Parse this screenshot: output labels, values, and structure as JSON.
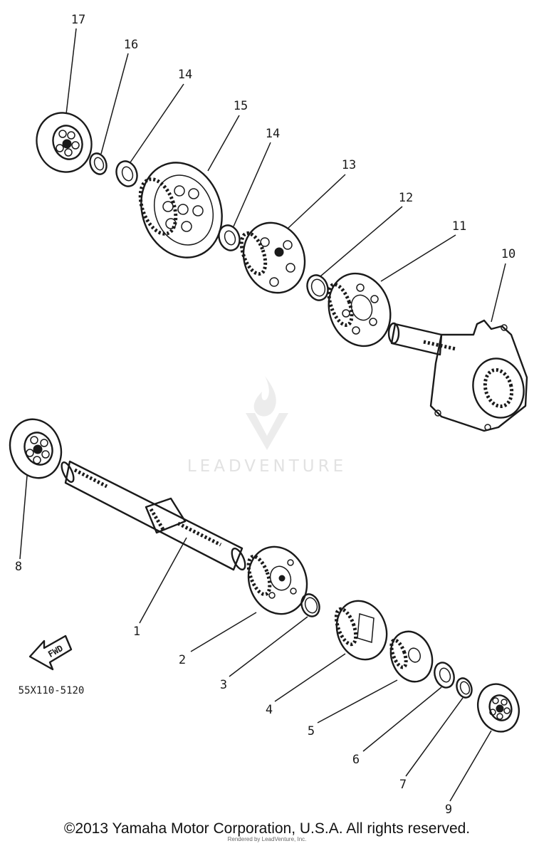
{
  "diagram": {
    "part_numbers": [
      "1",
      "2",
      "3",
      "4",
      "5",
      "6",
      "7",
      "8",
      "9",
      "10",
      "11",
      "12",
      "13",
      "14",
      "15",
      "16",
      "17"
    ],
    "labels": {
      "p1": "1",
      "p2": "2",
      "p3": "3",
      "p4": "4",
      "p5": "5",
      "p6": "6",
      "p7": "7",
      "p8": "8",
      "p9": "9",
      "p10": "10",
      "p11": "11",
      "p12": "12",
      "p13": "13",
      "p14a": "14",
      "p14b": "14",
      "p15": "15",
      "p16": "16",
      "p17": "17"
    },
    "direction_label": "FWD",
    "diagram_code": "55X110-5120"
  },
  "watermark": {
    "text": "LEADVENTURE"
  },
  "footer": {
    "copyright": "©2013 Yamaha Motor Corporation, U.S.A. All rights reserved.",
    "rendered_by": "Rendered by LeadVenture, Inc."
  }
}
